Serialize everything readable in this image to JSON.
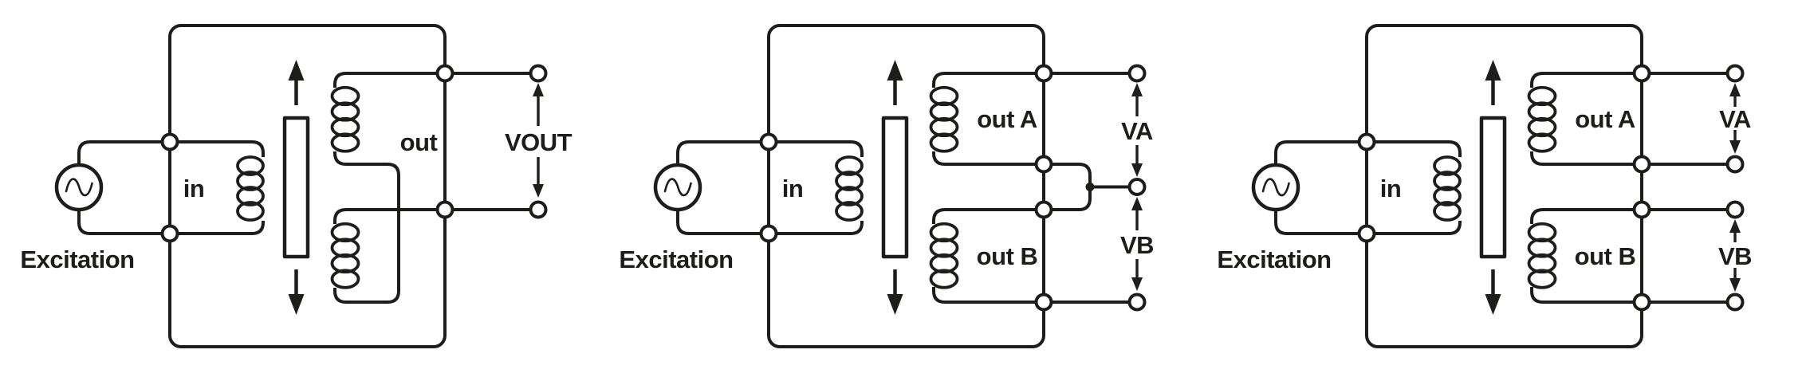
{
  "colors": {
    "ink": "#1d1d1b",
    "background": "#ffffff"
  },
  "icons": {
    "excitation_source_icon": "sine-wave-in-circle",
    "core_arrow_up_icon": "filled-up-arrow",
    "core_arrow_down_icon": "filled-down-arrow",
    "terminal_icon": "open-circle"
  },
  "diagrams": [
    {
      "excitation_label": "Excitation",
      "input_coil_label": "in",
      "output_coil_label": "out",
      "output_voltage_label": "VOUT"
    },
    {
      "excitation_label": "Excitation",
      "input_coil_label": "in",
      "output_coil_a_label": "out A",
      "output_coil_b_label": "out B",
      "voltage_a_label": "VA",
      "voltage_b_label": "VB"
    },
    {
      "excitation_label": "Excitation",
      "input_coil_label": "in",
      "output_coil_a_label": "out A",
      "output_coil_b_label": "out B",
      "voltage_a_label": "VA",
      "voltage_b_label": "VB"
    }
  ]
}
